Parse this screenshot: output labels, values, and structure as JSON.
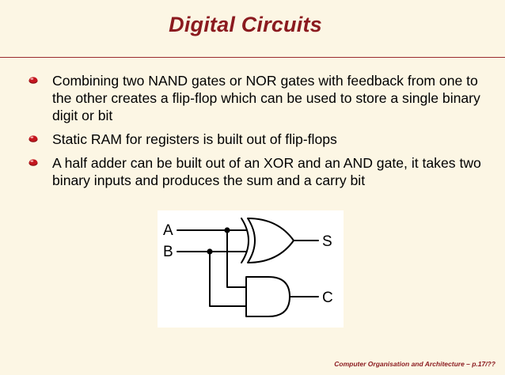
{
  "slide": {
    "title": "Digital Circuits",
    "bullets": [
      "Combining two NAND gates or NOR gates with feedback from one to the other creates a flip-flop which can be used to store a single binary digit or bit",
      "Static RAM for registers is built out of flip-flops",
      "A half adder can be built out of an XOR and an AND gate, it takes two binary inputs and produces the sum and a carry bit"
    ],
    "footer": "Computer Organisation and Architecture – p.17/??"
  },
  "circuit": {
    "input_a": "A",
    "input_b": "B",
    "output_sum": "S",
    "output_carry": "C"
  },
  "colors": {
    "background": "#fcf6e4",
    "accent": "#8b1a1f",
    "bullet": "#b0141c"
  },
  "icons": {
    "bullet": "red-ball-bullet-icon"
  }
}
